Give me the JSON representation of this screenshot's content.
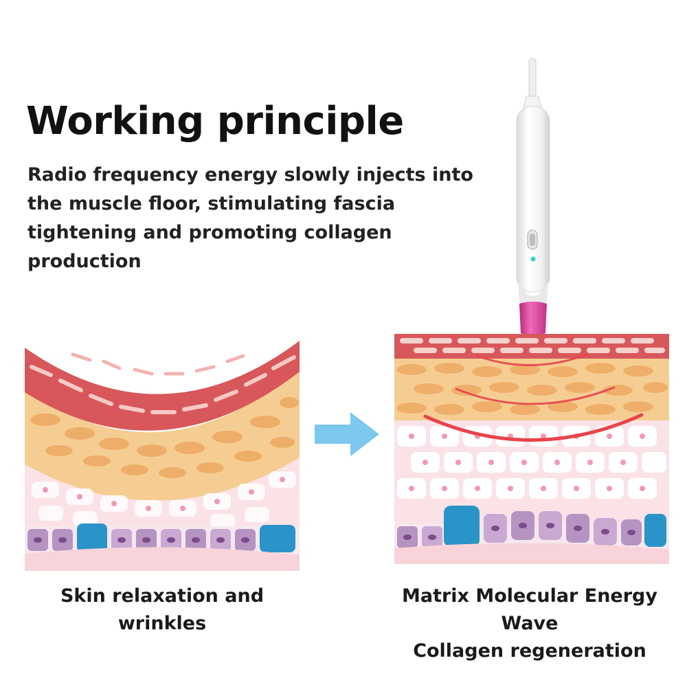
{
  "heading": {
    "title": "Working principle",
    "description": "Radio frequency energy slowly injects into the muscle floor, stimulating fascia tightening and promoting collagen production"
  },
  "captions": {
    "left": "Skin relaxation and wrinkles",
    "right_line1": "Matrix Molecular Energy Wave",
    "right_line2": "Collagen regeneration"
  },
  "icons": {
    "device": "rf-pen-device-icon",
    "arrow": "arrow-right-icon"
  },
  "colors": {
    "arrow": "#7cc8ee",
    "device_tip": "#e0409a",
    "indicator": "#2fd3c8",
    "energy_wave": "#e8434b",
    "epidermis": "#d8575a",
    "fat_layer": "#f3c98a",
    "dermis": "#f9dbe0",
    "basal_blue": "#2a94c8",
    "basal_purple": "#b594c2"
  }
}
